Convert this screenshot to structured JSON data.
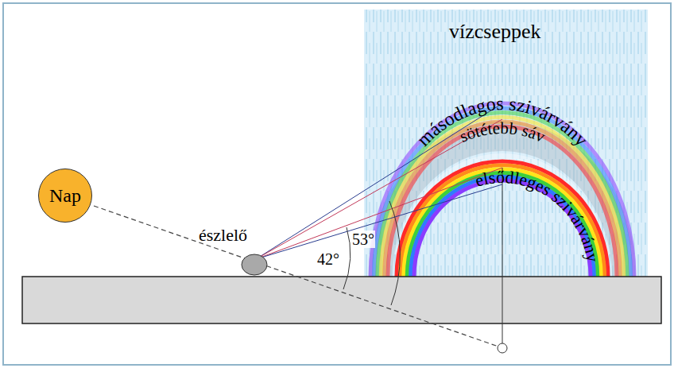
{
  "diagram": {
    "nodes": [
      {
        "text": [
          "Nap"
        ]
      }
    ],
    "labels": [
      "vízcseppek",
      "másodlagos szivárvány",
      "sötétebb sáv",
      "elsődleges szivárvány",
      "észlelő",
      "42°",
      "53°"
    ]
  }
}
